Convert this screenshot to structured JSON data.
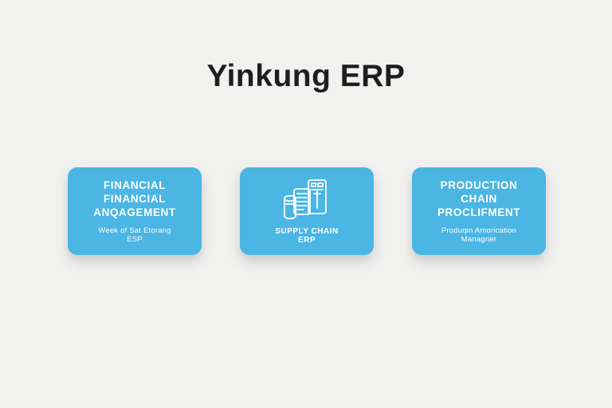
{
  "title": "Yinkung ERP",
  "colors": {
    "background": "#F1F1EF",
    "card_blue": "#4BB5E4",
    "card_text": "#FFFFFF",
    "title_text": "#1E1E1E"
  },
  "cards": [
    {
      "name": "financial-management-card",
      "heading_line1": "FINANCIAL",
      "heading_line2": "FINANCIAL",
      "heading_line3": "ANQAGEMENT",
      "sub_line1": "Week of Sat Etorang",
      "sub_line2": "ESP"
    },
    {
      "name": "supply-chain-erp-card",
      "icon": "documents-stack-icon",
      "caption_line1": "SUPPLY CHAIN",
      "caption_line2": "ERP"
    },
    {
      "name": "production-chain-procurement-card",
      "heading_line1": "PRODUCTION",
      "heading_line2": "CHAIN",
      "heading_line3": "PROCLIFMENT",
      "sub_line1": "Produqin Amorication",
      "sub_line2": "Managner"
    }
  ]
}
